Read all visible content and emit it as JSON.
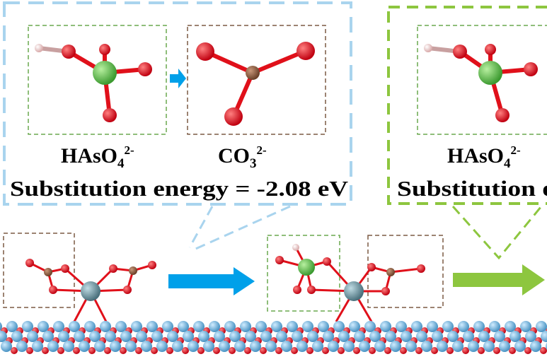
{
  "panels": {
    "left": {
      "reactant_label": "HAsO",
      "reactant_sub": "4",
      "reactant_sup": "2-",
      "product_label": "CO",
      "product_sub": "3",
      "product_sup": "2-",
      "energy_text": "Substitution energy = -2.08 eV"
    },
    "right": {
      "reactant_label": "HAsO",
      "reactant_sub": "4",
      "reactant_sup": "2-",
      "energy_text": "Substitution e"
    }
  },
  "colors": {
    "light_blue_box": "#a9d4ee",
    "green_box": "#8dc63f",
    "brown_box": "#7b5a44",
    "blue_arrow": "#00a0e9",
    "green_arrow": "#8dc63f",
    "oxygen": "#e0101a",
    "arsenic": "#5fbf4a",
    "carbon": "#8a5a3c",
    "hydrogen": "#f0c8c8",
    "surface_metal": "#6eb4dc",
    "central_metal": "#5f8a96"
  }
}
